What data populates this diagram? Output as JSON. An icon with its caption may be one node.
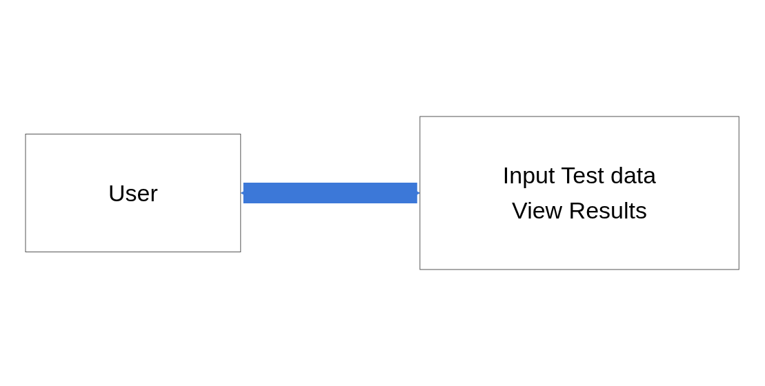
{
  "diagram": {
    "nodes": [
      {
        "text": [
          "User"
        ]
      },
      {
        "text": [
          "Input Test data",
          "View Results"
        ]
      }
    ],
    "edges": [
      {
        "from": 0,
        "to": 1,
        "arrow": "both",
        "color": "#3c78d8"
      }
    ]
  }
}
